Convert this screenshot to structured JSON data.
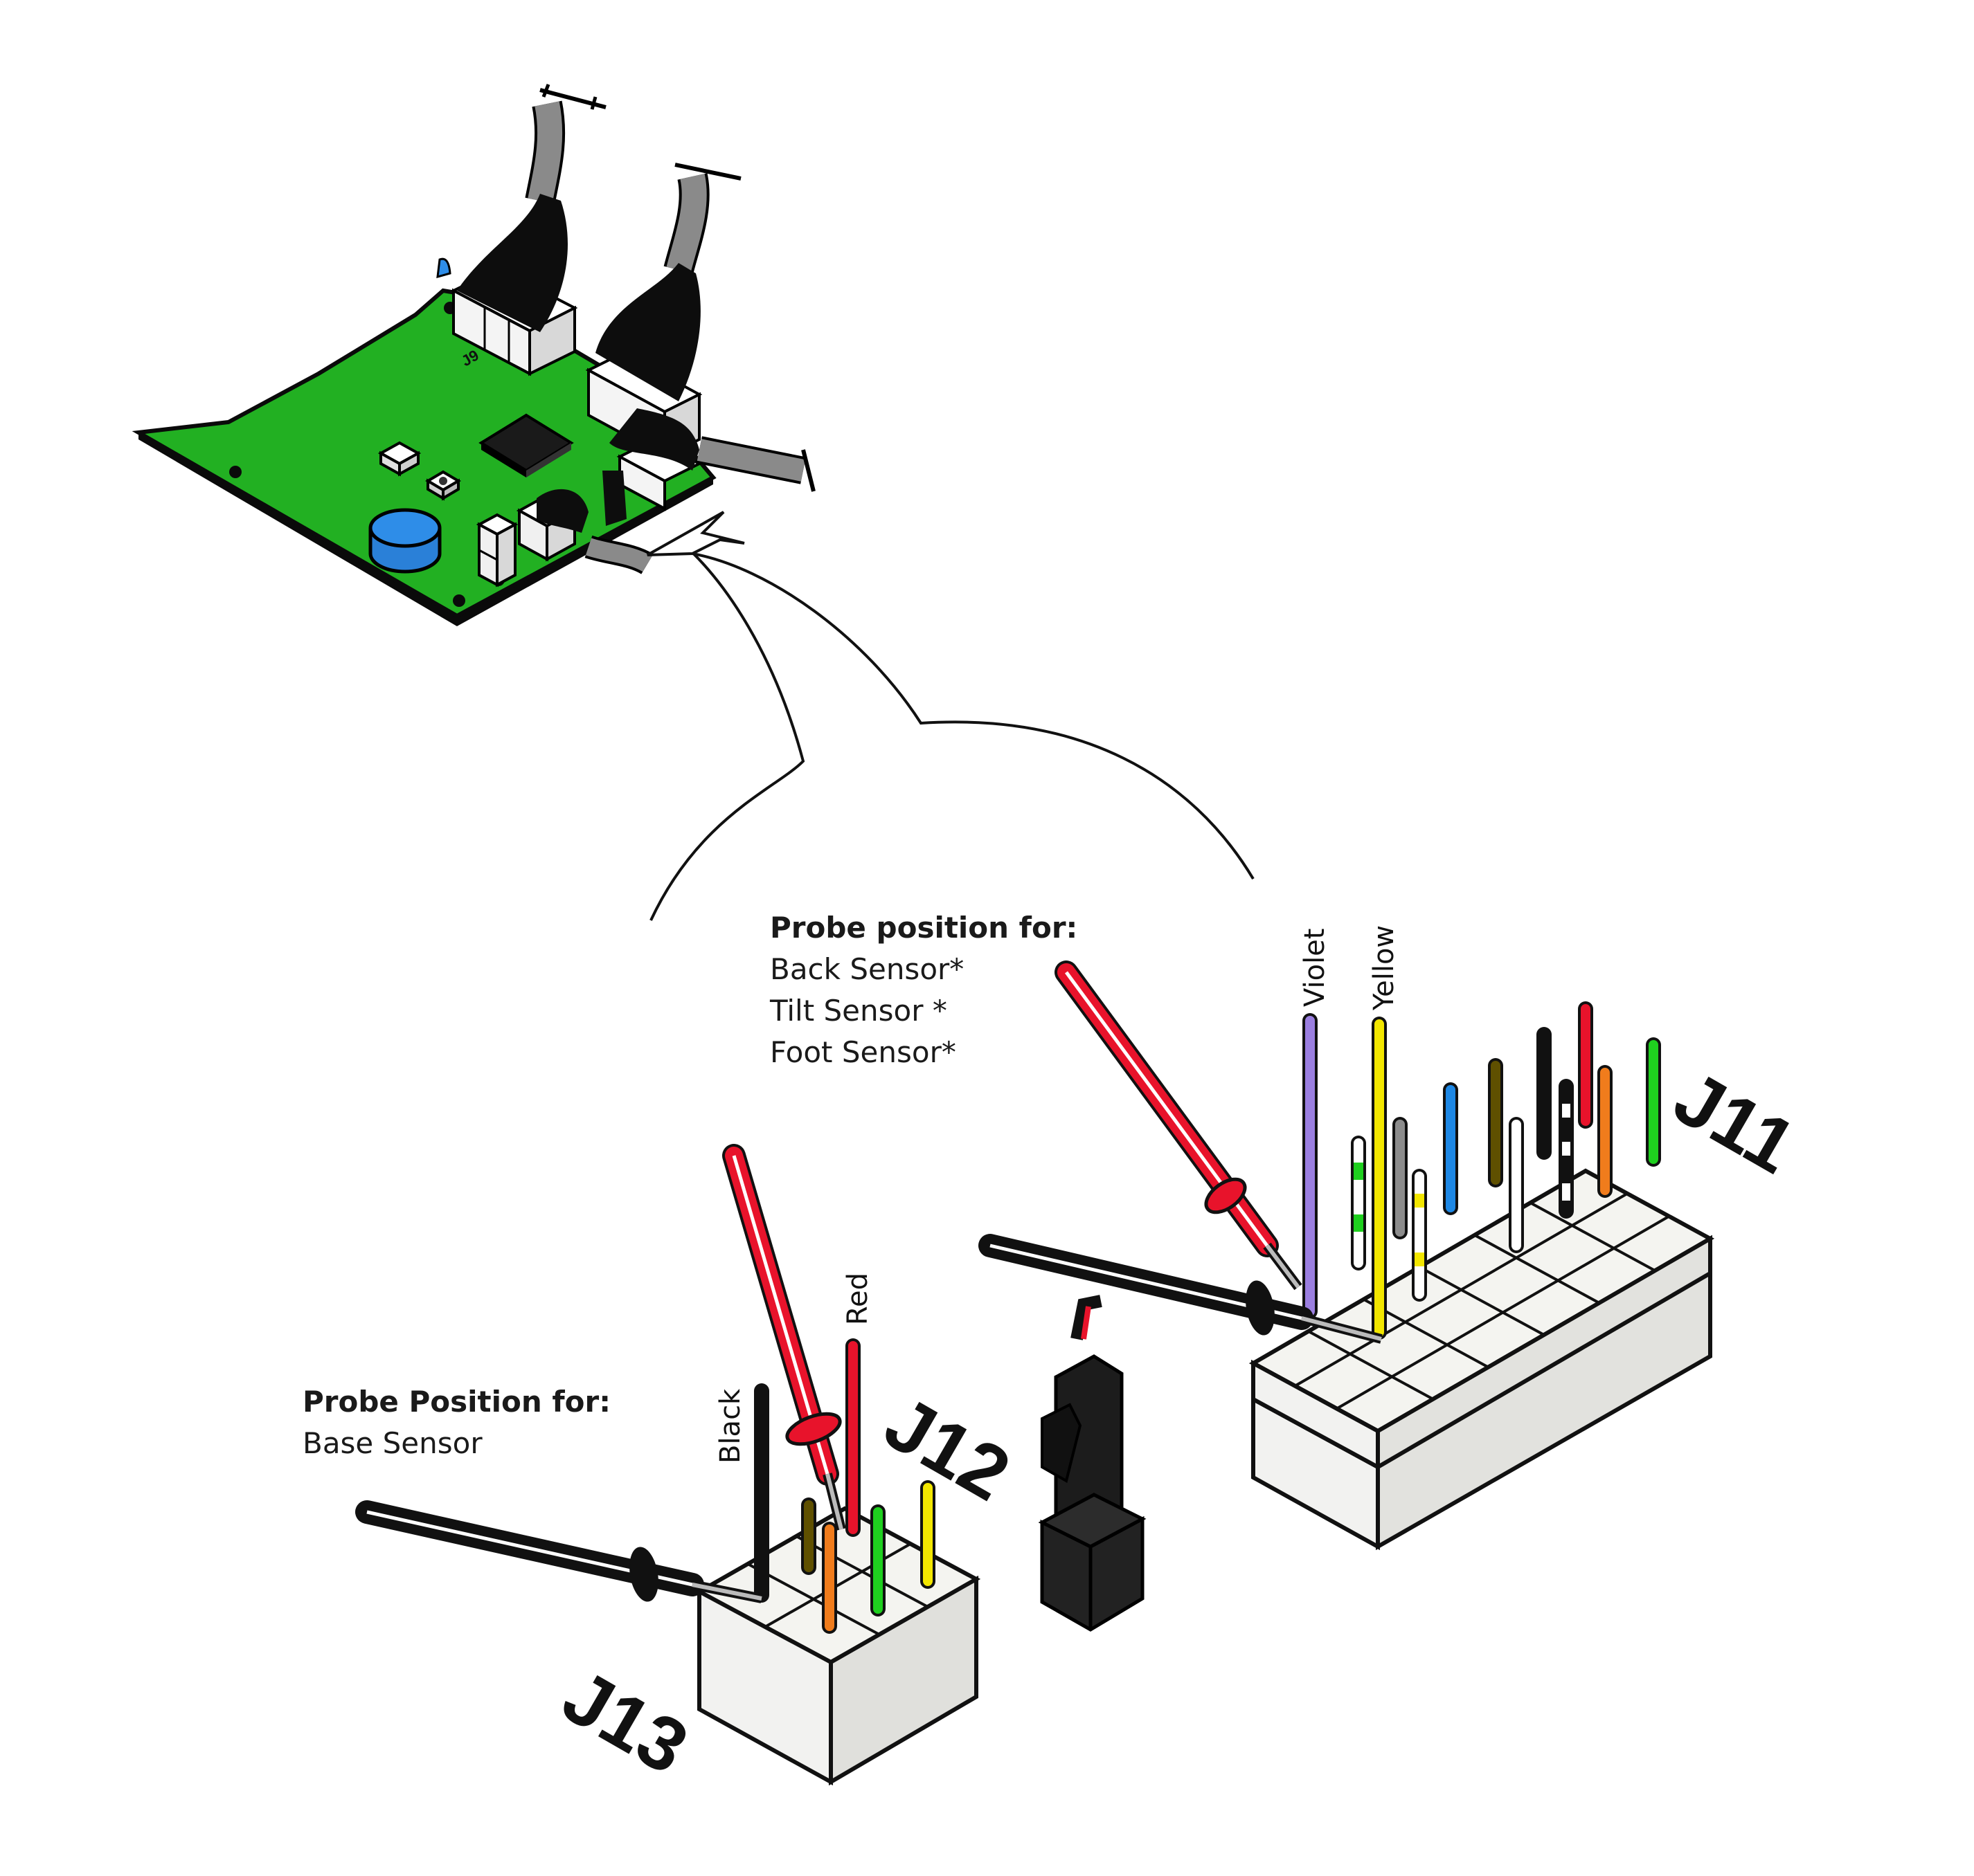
{
  "probe_j11": {
    "title": "Probe position for:",
    "lines": [
      "Back Sensor*",
      "Tilt Sensor *",
      "Foot Sensor*"
    ]
  },
  "probe_j13": {
    "title": "Probe Position for:",
    "lines": [
      "Base Sensor"
    ]
  },
  "connectors": {
    "j11": "J11",
    "j12": "J12",
    "j13": "J13",
    "j9": "J9"
  },
  "wire_labels": {
    "violet": "Violet",
    "yellow": "Yellow",
    "black": "Black",
    "red": "Red"
  },
  "colors": {
    "pcb_green": "#22b022",
    "violet": "#9b7fe0",
    "yellow": "#f2e600",
    "red": "#e8132b",
    "orange": "#f07c1c",
    "green": "#1fd01f",
    "blue": "#1e88e5",
    "olive": "#5f5000",
    "gray": "#8c8c8c",
    "cap_blue": "#2e8de8"
  },
  "j11_pins": [
    "violet",
    "white-green",
    "gray",
    "white-yellow",
    "blue",
    "olive",
    "white",
    "black",
    "black-white",
    "red",
    "orange",
    "green",
    "yellow"
  ],
  "j13_pins": [
    "black",
    "olive",
    "orange",
    "red",
    "green",
    "yellow"
  ]
}
